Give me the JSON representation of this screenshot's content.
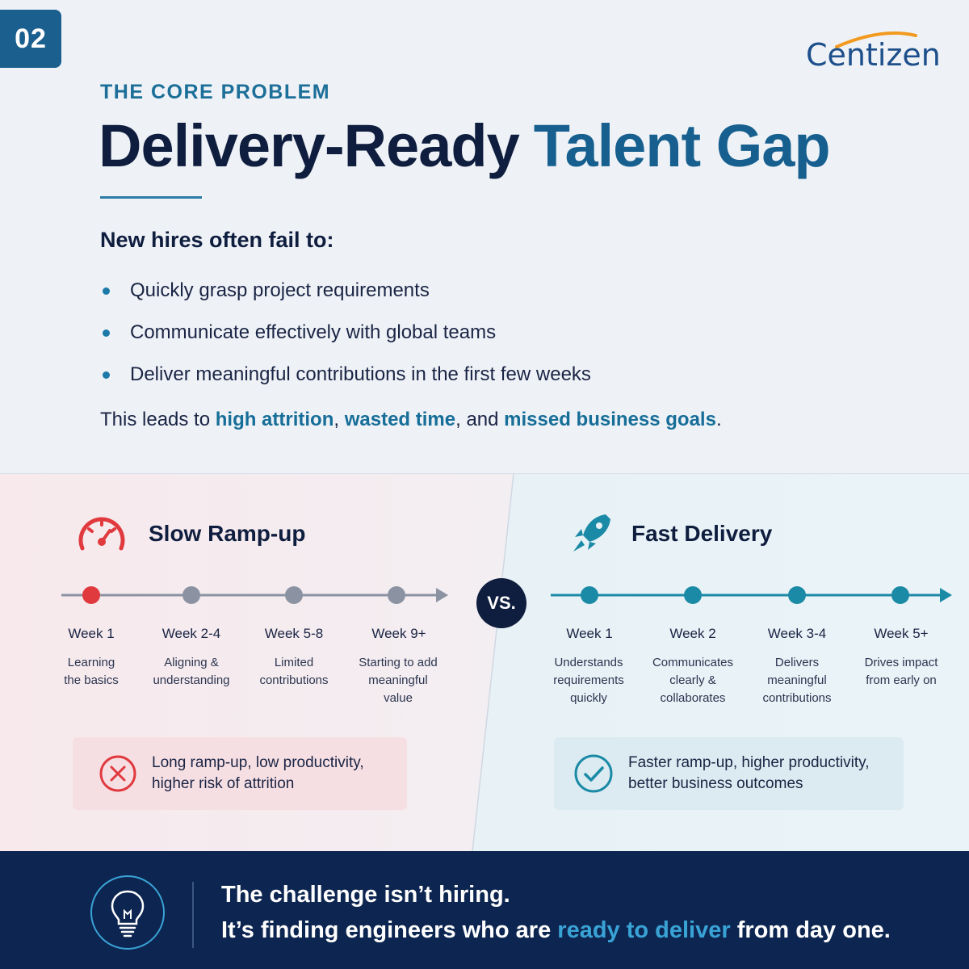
{
  "badge": "02",
  "logo": {
    "text": "Centizen",
    "arc_color": "#f29a1f",
    "text_color": "#1d4f8b"
  },
  "header": {
    "eyebrow": "THE CORE PROBLEM",
    "title_part1": "Delivery-Ready",
    "title_part2": "Talent Gap"
  },
  "intro": {
    "lead": "New hires often fail to:",
    "bullets": [
      "Quickly grasp project requirements",
      "Communicate effectively with global teams",
      "Deliver meaningful contributions in the first few weeks"
    ],
    "summary": {
      "prefix": "This leads to ",
      "hl1": "high attrition",
      "sep1": ", ",
      "hl2": "wasted time",
      "sep2": ", and ",
      "hl3": "missed business goals",
      "suffix": "."
    }
  },
  "vs_label": "VS.",
  "slow": {
    "title": "Slow Ramp-up",
    "icon": "speedometer-icon",
    "accent": "#e03a3e",
    "steps": [
      {
        "week": "Week 1",
        "desc": [
          "Learning",
          "the basics"
        ]
      },
      {
        "week": "Week 2-4",
        "desc": [
          "Aligning &",
          "understanding"
        ]
      },
      {
        "week": "Week 5-8",
        "desc": [
          "Limited",
          "contributions"
        ]
      },
      {
        "week": "Week 9+",
        "desc": [
          "Starting to add",
          "meaningful",
          "value"
        ]
      }
    ],
    "outcome": [
      "Long ramp-up, low productivity,",
      "higher risk of attrition"
    ]
  },
  "fast": {
    "title": "Fast Delivery",
    "icon": "rocket-icon",
    "accent": "#1b8aa6",
    "steps": [
      {
        "week": "Week 1",
        "desc": [
          "Understands",
          "requirements",
          "quickly"
        ]
      },
      {
        "week": "Week 2",
        "desc": [
          "Communicates",
          "clearly &",
          "collaborates"
        ]
      },
      {
        "week": "Week 3-4",
        "desc": [
          "Delivers",
          "meaningful",
          "contributions"
        ]
      },
      {
        "week": "Week 5+",
        "desc": [
          "Drives impact",
          "from early on"
        ]
      }
    ],
    "outcome": [
      "Faster ramp-up, higher productivity,",
      "better business outcomes"
    ]
  },
  "footer": {
    "line1": "The challenge isn’t hiring.",
    "line2_prefix": "It’s finding engineers who are ",
    "line2_hl": "ready to deliver",
    "line2_suffix": " from day one.",
    "icon": "lightbulb-icon"
  }
}
